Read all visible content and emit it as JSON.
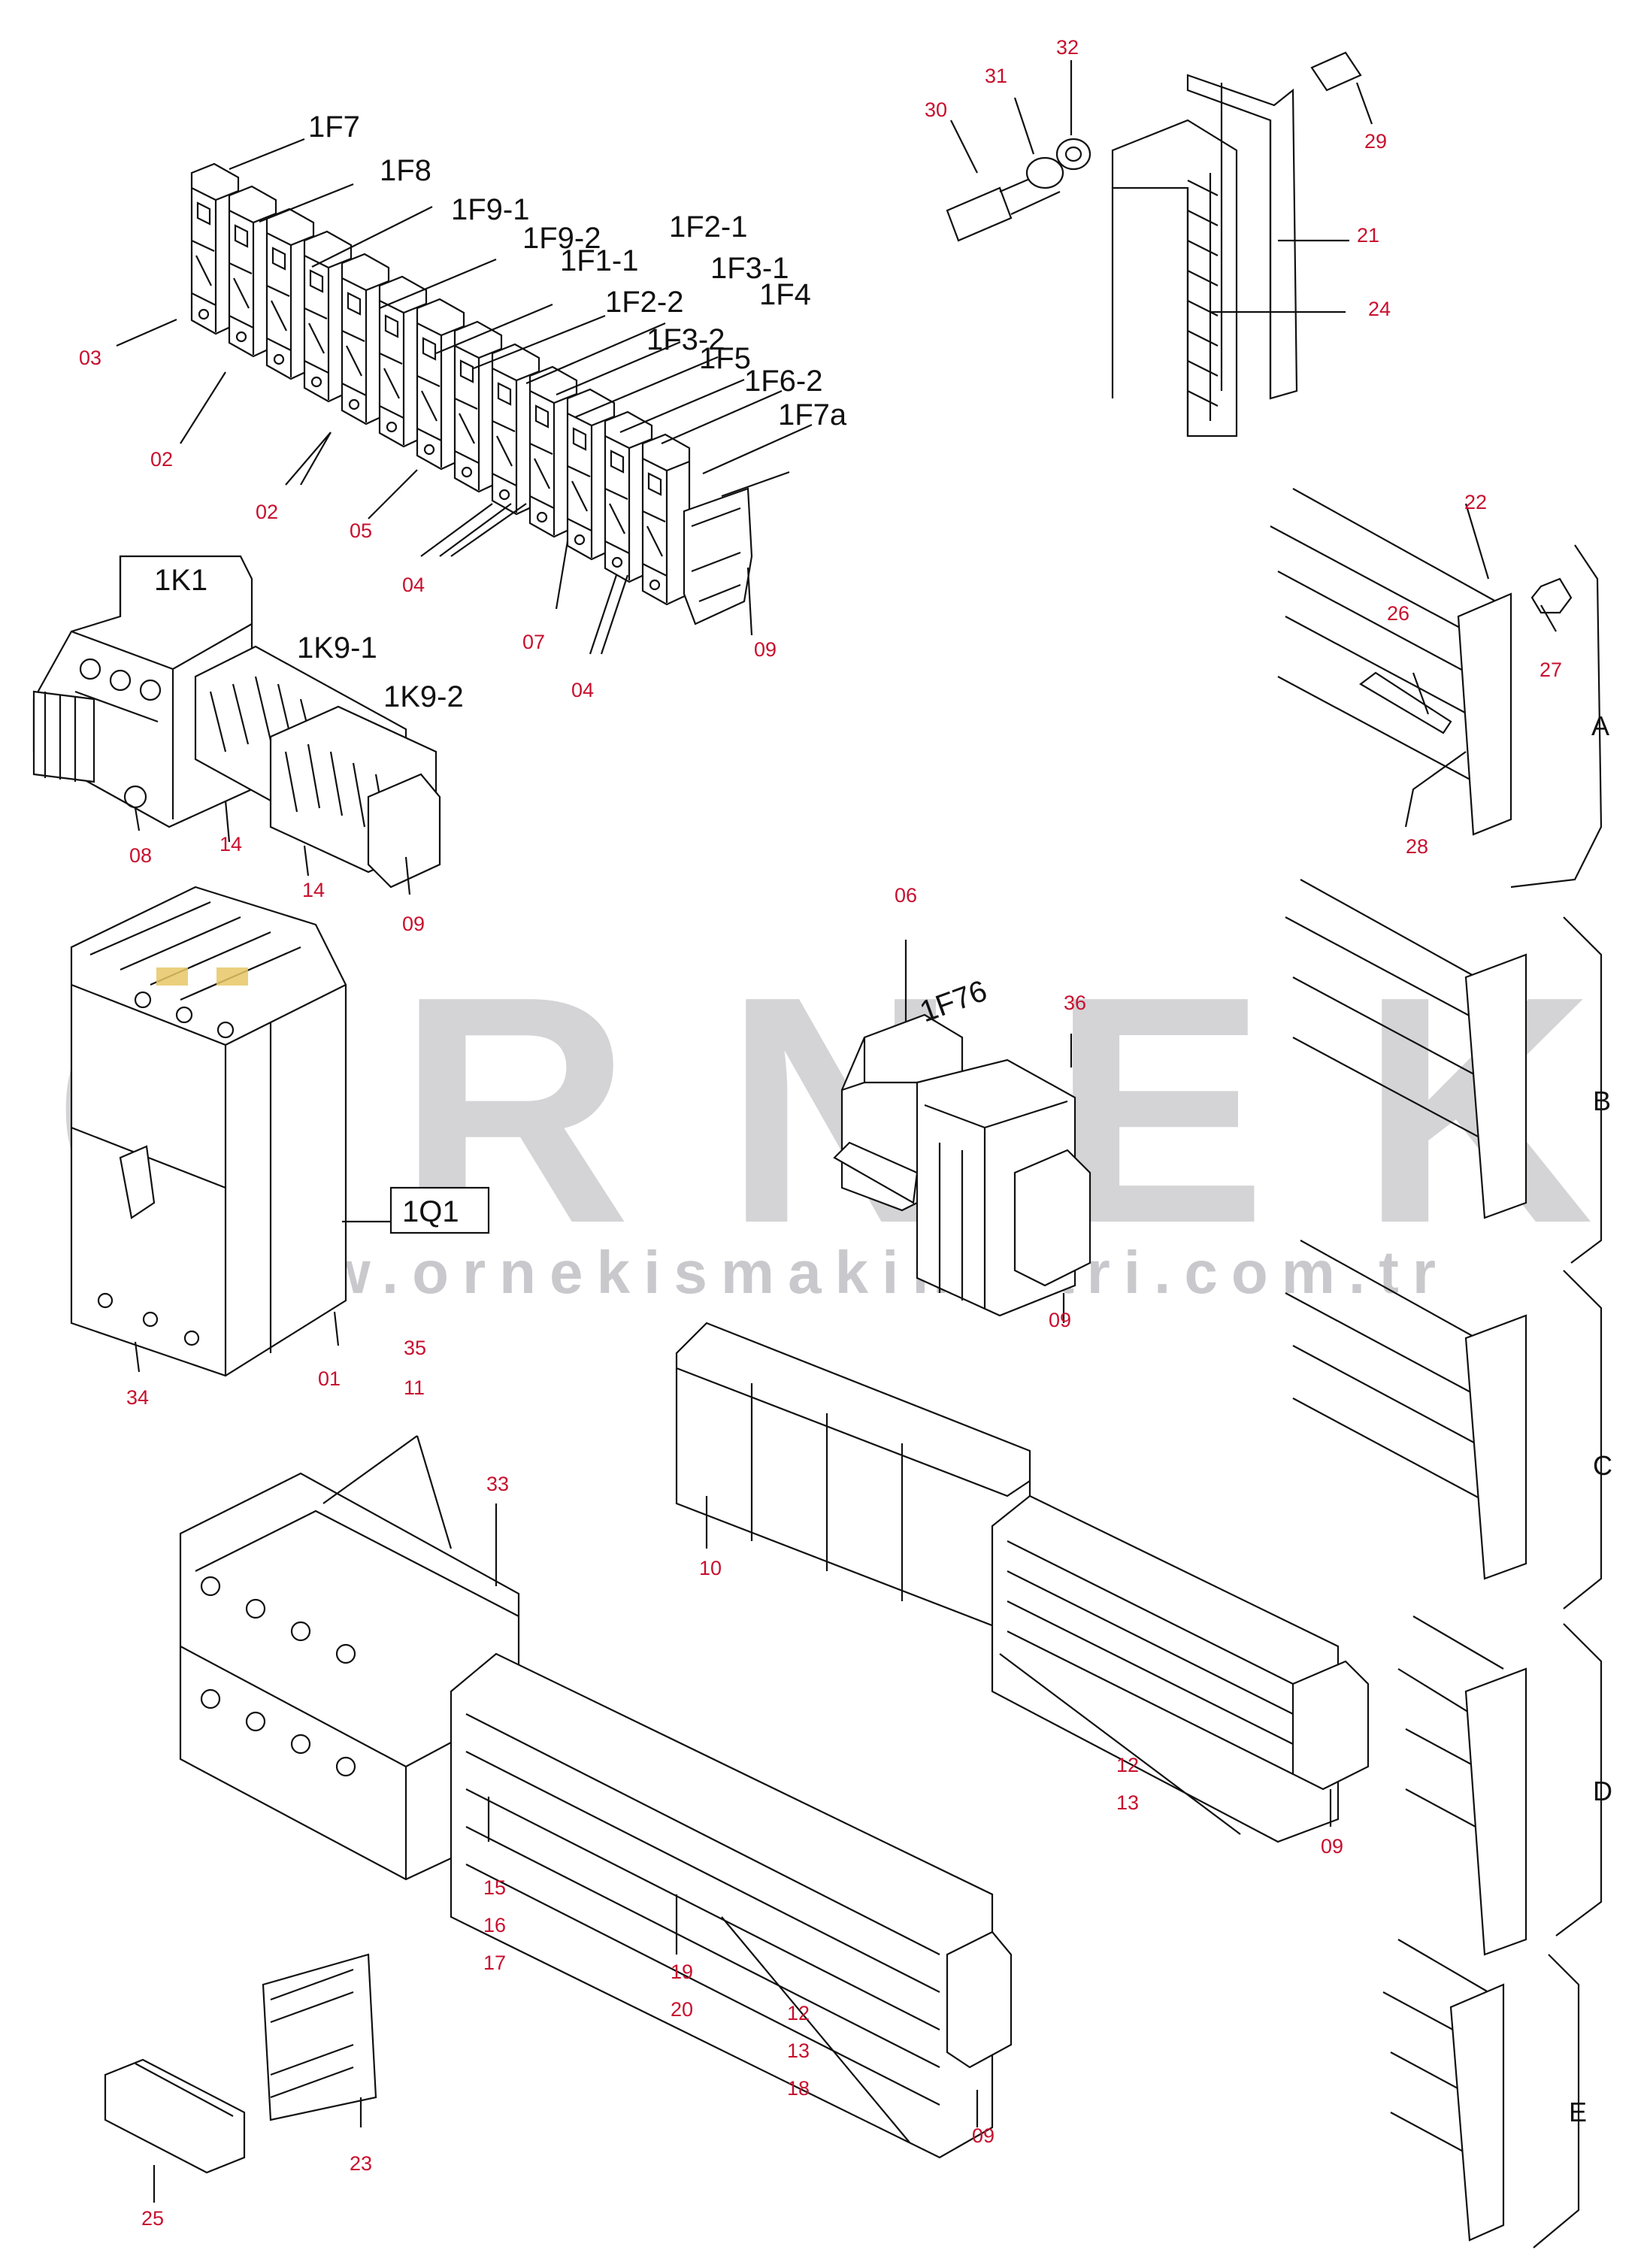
{
  "watermark": {
    "brand": "ÖRNEK",
    "url": "www.ornekismakinalari.com.tr"
  },
  "component_labels": {
    "1F7": "1F7",
    "1F8": "1F8",
    "1F9-1": "1F9-1",
    "1F9-2": "1F9-2",
    "1F1-1": "1F1-1",
    "1F2-1": "1F2-1",
    "1F2-2": "1F2-2",
    "1F3-1": "1F3-1",
    "1F3-2": "1F3-2",
    "1F4": "1F4",
    "1F5": "1F5",
    "1F6-2": "1F6-2",
    "1F7a": "1F7a",
    "1K1": "1K1",
    "1K9-1": "1K9-1",
    "1K9-2": "1K9-2",
    "1F76": "1F76",
    "1Q1": "1Q1"
  },
  "part_numbers": {
    "n30": "30",
    "n31": "31",
    "n32": "32",
    "n29": "29",
    "n21": "21",
    "n24": "24",
    "n22": "22",
    "n26": "26",
    "n27": "27",
    "n28": "28",
    "n03": "03",
    "n02a": "02",
    "n02b": "02",
    "n05": "05",
    "n04a": "04",
    "n07": "07",
    "n04b": "04",
    "n09a": "09",
    "n08": "08",
    "n14a": "14",
    "n14b": "14",
    "n09b": "09",
    "n06": "06",
    "n36": "36",
    "n09c": "09",
    "n34": "34",
    "n01": "01",
    "n35": "35",
    "n11": "11",
    "n10": "10",
    "n12a": "12",
    "n13a": "13",
    "n09d": "09",
    "n33": "33",
    "n15": "15",
    "n16": "16",
    "n17": "17",
    "n19": "19",
    "n20": "20",
    "n12b": "12",
    "n13b": "13",
    "n18": "18",
    "n09e": "09",
    "n25": "25",
    "n23": "23"
  },
  "sections": {
    "A": "A",
    "B": "B",
    "C": "C",
    "D": "D",
    "E": "E"
  }
}
